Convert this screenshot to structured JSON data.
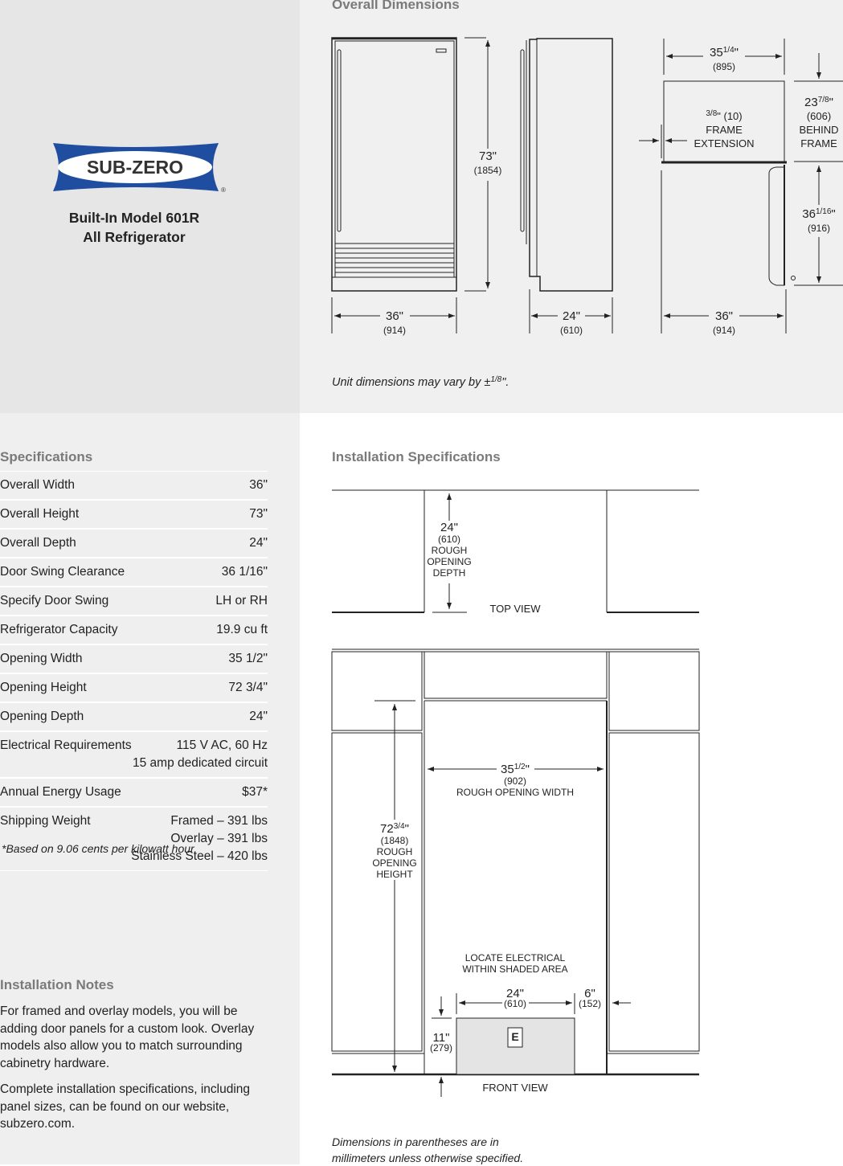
{
  "logo": {
    "text": "SUB-ZERO",
    "mark": "®",
    "colors": {
      "blue": "#1f4ea0",
      "white": "#ffffff"
    }
  },
  "model": {
    "line1": "Built-In Model 601R",
    "line2": "All Refrigerator"
  },
  "overall": {
    "title": "Overall Dimensions",
    "height": {
      "whole": "73\"",
      "mm": "(1854)"
    },
    "width": {
      "whole": "36\"",
      "mm": "(914)"
    },
    "depth": {
      "whole": "24\"",
      "mm": "(610)"
    },
    "plan_width": {
      "whole": "35",
      "frac": "1/4",
      "unit": "\"",
      "mm": "(895)"
    },
    "frame_ext": {
      "frac": "3/8",
      "rest": "\" (10)",
      "l1": "FRAME",
      "l2": "EXTENSION"
    },
    "behind": {
      "whole": "23",
      "frac": "7/8",
      "unit": "\"",
      "mm": "(606)",
      "l1": "BEHIND",
      "l2": "FRAME"
    },
    "swing": {
      "whole": "36",
      "frac": "1/16",
      "unit": "\"",
      "mm": "(916)"
    },
    "plan_depth": {
      "whole": "36\"",
      "mm": "(914)"
    },
    "note_pre": "Unit dimensions may vary by ±",
    "note_frac": "1/8",
    "note_post": "\"."
  },
  "specs": {
    "title": "Specifications",
    "rows": [
      {
        "label": "Overall Width",
        "value": "36\""
      },
      {
        "label": "Overall Height",
        "value": "73\""
      },
      {
        "label": "Overall Depth",
        "value": "24\""
      },
      {
        "label": "Door Swing Clearance",
        "value": "36 1/16\""
      },
      {
        "label": "Specify Door Swing",
        "value": "LH or RH"
      },
      {
        "label": "Refrigerator Capacity",
        "value": "19.9 cu ft"
      },
      {
        "label": "Opening Width",
        "value": "35 1/2\""
      },
      {
        "label": "Opening Height",
        "value": "72 3/4\""
      },
      {
        "label": "Opening Depth",
        "value": "24\""
      },
      {
        "label": "Electrical Requirements",
        "value": "115 V AC, 60 Hz",
        "value2": "15 amp dedicated circuit"
      },
      {
        "label": "Annual Energy Usage",
        "value": "$37*"
      },
      {
        "label": "Shipping Weight",
        "value": "Framed – 391 lbs",
        "value2": "Overlay – 391 lbs",
        "value3": "Stainless Steel – 420 lbs"
      }
    ],
    "footnote": "*Based on 9.06 cents per kilowatt hour."
  },
  "notes": {
    "title": "Installation Notes",
    "p1": "For framed and overlay models, you will be adding door panels for a custom look. Overlay models also allow you to match surrounding cabinetry hardware.",
    "p2": "Complete installation specifications, including panel sizes, can be found on our website, subzero.com."
  },
  "install": {
    "title": "Installation Specifications",
    "top": {
      "whole": "24\"",
      "mm": "(610)",
      "l1": "ROUGH",
      "l2": "OPENING",
      "l3": "DEPTH",
      "view": "TOP VIEW"
    },
    "width": {
      "whole": "35",
      "frac": "1/2",
      "unit": "\"",
      "mm": "(902)",
      "l1": "ROUGH OPENING WIDTH"
    },
    "height": {
      "whole": "72",
      "frac": "3/4",
      "unit": "\"",
      "mm": "(1848)",
      "l1": "ROUGH",
      "l2": "OPENING",
      "l3": "HEIGHT"
    },
    "elec": {
      "l1": "LOCATE ELECTRICAL",
      "l2": "WITHIN SHADED AREA",
      "w": "24\"",
      "wmm": "(610)",
      "side": "6\"",
      "sidemm": "(152)",
      "h": "11\"",
      "hmm": "(279)",
      "box": "E",
      "shade": "#e4e4e4"
    },
    "view": "FRONT VIEW",
    "note1": "Dimensions in parentheses are in",
    "note2": "millimeters unless otherwise specified."
  }
}
